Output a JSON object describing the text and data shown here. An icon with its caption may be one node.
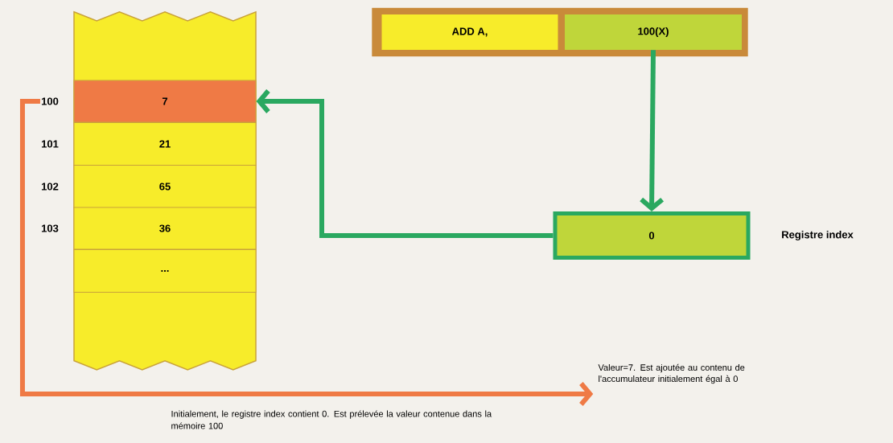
{
  "diagram": {
    "nodes": [
      {
        "text": [],
        "shape": "box"
      },
      {
        "text": [
          "7"
        ],
        "in": 0,
        "beside": [
          "100"
        ]
      },
      {
        "text": [
          "21"
        ],
        "in": 0,
        "beside": [
          "101"
        ]
      },
      {
        "text": [
          "65"
        ],
        "in": 0,
        "beside": [
          "102"
        ]
      },
      {
        "text": [
          "36"
        ],
        "in": 0,
        "beside": [
          "103"
        ]
      },
      {
        "text": [
          "..."
        ],
        "in": 0
      },
      {
        "text": [],
        "shape": "box"
      },
      {
        "text": [
          "ADD A,"
        ],
        "in": 6
      },
      {
        "text": [
          "100(X)"
        ],
        "in": 6
      },
      {
        "text": [
          "0"
        ],
        "beside": [
          "Registre index"
        ]
      },
      {
        "text": [
          "Valeur=7. Est ajoutée au contenu de l'accumulateur initialement égal à 0"
        ]
      }
    ],
    "edges": [
      {
        "from": 8,
        "to": 9,
        "arrow": "to"
      },
      {
        "from": 9,
        "to": 1,
        "arrow": "to"
      },
      {
        "from": 1,
        "to": 10,
        "arrow": "to",
        "label": "Initialement, le registre index contient 0. Est prélevée la valeur contenue dans la mémoire 100",
        "color": "#ef7a45"
      }
    ]
  }
}
